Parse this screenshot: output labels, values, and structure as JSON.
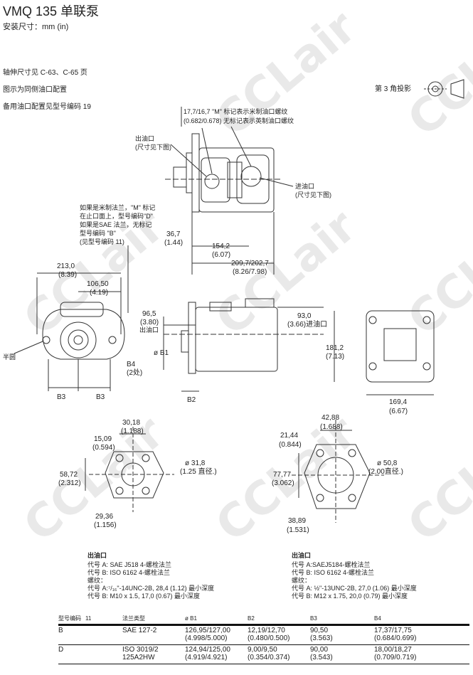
{
  "header": {
    "title": "VMQ 135 单联泵",
    "subtitle": "安装尺寸：mm (in)"
  },
  "notes": [
    "轴伸尺寸见 C-63、C-65 页",
    "图示为同侧油口配置",
    "备用油口配置见型号编码 19"
  ],
  "projection": {
    "label": "第 3 角投影"
  },
  "watermark": "CCLair",
  "side_view": {
    "port_note_1": "17,7/16,7 \"M\" 标记表示米制油口螺纹",
    "port_note_2": "(0.682/0.678) 无标记表示英制油口螺纹",
    "outlet": "出油口",
    "outlet_sub": "(尺寸见下图)",
    "inlet": "进油口",
    "inlet_sub": "(尺寸见下图)",
    "flange_note": [
      "如果是米制法兰，\"M\" 标记",
      "在止口面上，型号编码\"D\"",
      "如果是SAE 法兰，无标记",
      "型号编码 \"B\"",
      "(见型号编码 11)"
    ],
    "dim_a": "36,7",
    "dim_a_in": "(1.44)",
    "dim_b": "154,2",
    "dim_b_in": "(6.07)",
    "dim_c": "209,7/202,7",
    "dim_c_in": "(8.26/7.98)"
  },
  "front_view": {
    "dim_w": "213,0",
    "dim_w_in": "(8.39)",
    "dim_h": "106,50",
    "dim_h_in": "(4.19)",
    "half_round": "半圆",
    "b3": "B3",
    "b4": "B4",
    "b4_sub": "(2处)"
  },
  "middle_view": {
    "dim_out": "96,5",
    "dim_out_in": "(3.80)",
    "outlet": "出油口",
    "dim_in": "93,0",
    "dim_in_in": "(3.66)进油口",
    "b1": "ø B1",
    "b2": "B2"
  },
  "rear_view": {
    "dim_h": "181,2",
    "dim_h_in": "(7.13)",
    "dim_w": "169,4",
    "dim_w_in": "(6.67)"
  },
  "flange_outlet": {
    "d1": "30,18",
    "d1_in": "(1.188)",
    "d2": "15,09",
    "d2_in": "(0.594)",
    "dia": "ø 31,8",
    "dia_in": "(1.25 直径.)",
    "d3": "58,72",
    "d3_in": "(2.312)",
    "d4": "29,36",
    "d4_in": "(1.156)",
    "notes": [
      "出油口",
      "代号 A: SAE J518 4-螺栓法兰",
      "代号 B: ISO 6162 4-螺栓法兰",
      "螺纹：",
      "代号 A:⁷/₁₆\"-14UNC-2B, 28,4 (1.12) 最小深度",
      "代号 B: M10 x 1.5, 17,0 (0.67) 最小深度"
    ]
  },
  "flange_inlet": {
    "d1": "42,88",
    "d1_in": "(1.688)",
    "d2": "21,44",
    "d2_in": "(0.844)",
    "dia": "ø 50,8",
    "dia_in": "(2.00直径.)",
    "d3": "77,77",
    "d3_in": "(3.062)",
    "d4": "38,89",
    "d4_in": "(1.531)",
    "notes": [
      "出油口",
      "代号 A:SAEJ5184-螺栓法兰",
      "代号 B: ISO 6162 4-螺栓法兰",
      "螺纹：",
      "代号 A: ½\"-13UNC-2B, 27,0 (1.06) 最小深度",
      "代号 B: M12 x 1.75, 20,0 (0.79) 最小深度"
    ]
  },
  "table": {
    "headers": [
      "型号编码",
      "11",
      "法兰类型",
      "ø B1",
      "B2",
      "B3",
      "B4"
    ],
    "rows": [
      {
        "code": "B",
        "flange": [
          "SAE 127-2",
          ""
        ],
        "b1": [
          "126,95/127,00",
          "(4.998/5.000)"
        ],
        "b2": [
          "12,19/12,70",
          "(0.480/0.500)"
        ],
        "b3": [
          "90,50",
          "(3.563)"
        ],
        "b4": [
          "17,37/17,75",
          "(0.684/0.699)"
        ]
      },
      {
        "code": "D",
        "flange": [
          "ISO 3019/2",
          "125A2HW"
        ],
        "b1": [
          "124,94/125,00",
          "(4.919/4.921)"
        ],
        "b2": [
          "9,00/9,50",
          "(0.354/0.374)"
        ],
        "b3": [
          "90,00",
          "(3.543)"
        ],
        "b4": [
          "18,00/18,27",
          "(0.709/0.719)"
        ]
      }
    ]
  }
}
